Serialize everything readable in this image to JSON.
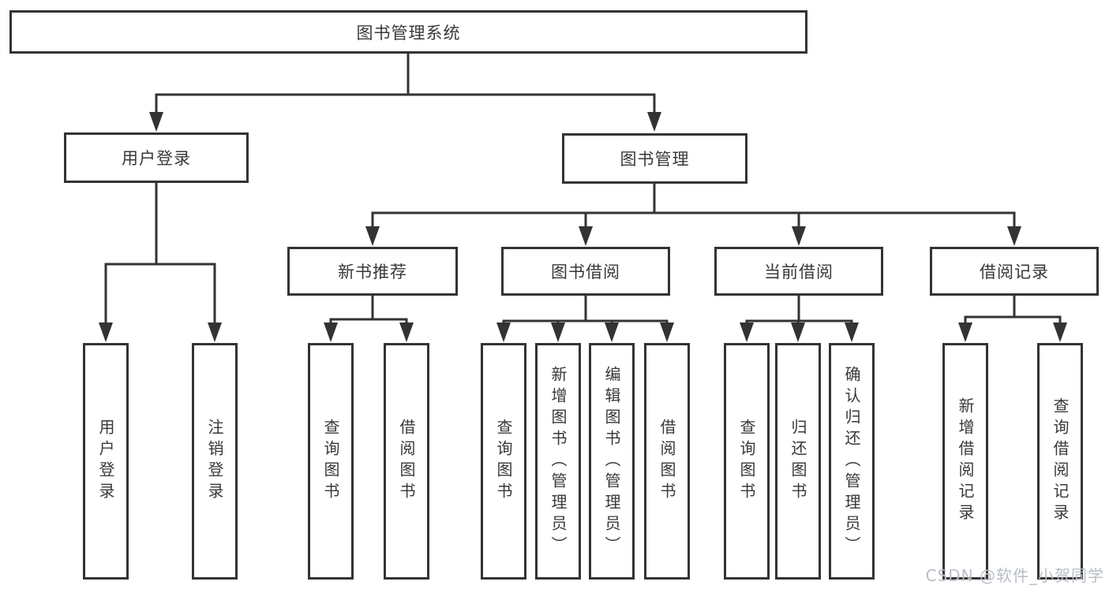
{
  "tree": {
    "root": "图书管理系统",
    "children": [
      {
        "label": "用户登录",
        "children": [
          "用户登录",
          "注销登录"
        ]
      },
      {
        "label": "图书管理",
        "children": [
          {
            "label": "新书推荐",
            "children": [
              "查询图书",
              "借阅图书"
            ]
          },
          {
            "label": "图书借阅",
            "children": [
              "查询图书",
              "新增图书（管理员）",
              "编辑图书（管理员）",
              "借阅图书"
            ]
          },
          {
            "label": "当前借阅",
            "children": [
              "查询图书",
              "归还图书",
              "确认归还（管理员）"
            ]
          },
          {
            "label": "借阅记录",
            "children": [
              "新增借阅记录",
              "查询借阅记录"
            ]
          }
        ]
      }
    ]
  },
  "watermark": "CSDN @软件_小贺同学",
  "colors": {
    "line": "#333333",
    "box_border": "#333333",
    "box_fill": "#ffffff",
    "text": "#383838",
    "watermark": "#b9bec6",
    "background": "#ffffff"
  }
}
